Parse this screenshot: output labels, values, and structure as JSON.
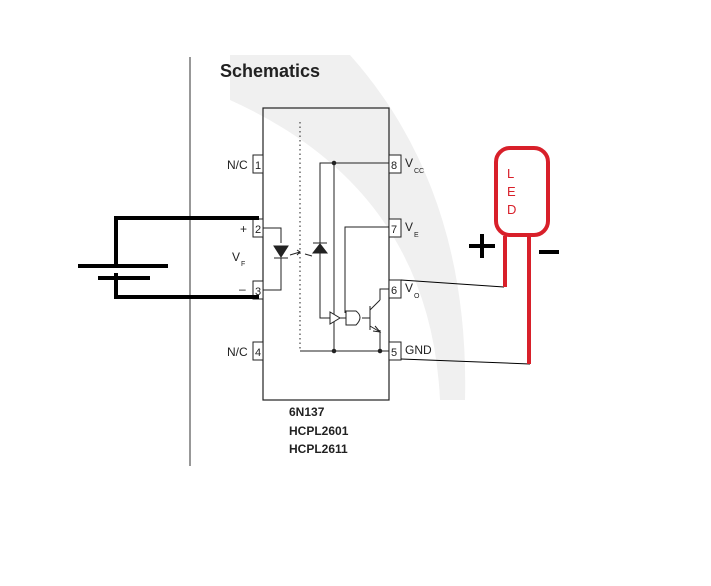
{
  "title": "Schematics",
  "pins": {
    "p1": {
      "num": "1",
      "name": "N/C"
    },
    "p2": {
      "num": "2",
      "name": "+"
    },
    "p3": {
      "num": "3",
      "name": "–"
    },
    "p4": {
      "num": "4",
      "name": "N/C"
    },
    "p5": {
      "num": "5",
      "name": "GND"
    },
    "p6": {
      "num": "6",
      "name": "V",
      "sub": "O"
    },
    "p7": {
      "num": "7",
      "name": "V",
      "sub": "E"
    },
    "p8": {
      "num": "8",
      "name": "V",
      "sub": "CC"
    }
  },
  "vf": {
    "name": "V",
    "sub": "F"
  },
  "part_numbers": [
    "6N137",
    "HCPL2601",
    "HCPL2611"
  ],
  "led": {
    "letters": [
      "L",
      "E",
      "D"
    ]
  },
  "signs": {
    "plus": "+",
    "minus": "–"
  },
  "colors": {
    "ink": "#222222",
    "red": "#d8202a",
    "wire": "#000000",
    "watermark": "#ebebeb"
  }
}
